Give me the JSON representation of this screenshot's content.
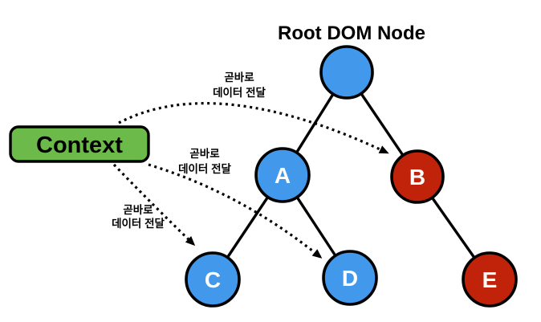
{
  "title": "Root DOM Node",
  "context": {
    "label": "Context"
  },
  "colors": {
    "node_blue": "#4299ec",
    "node_red": "#c0230a",
    "context_green": "#6cbb4a",
    "line_black": "#000000"
  },
  "nodes": {
    "root": {
      "label": "",
      "color": "blue"
    },
    "a": {
      "label": "A",
      "color": "blue"
    },
    "b": {
      "label": "B",
      "color": "red"
    },
    "c": {
      "label": "C",
      "color": "blue"
    },
    "d": {
      "label": "D",
      "color": "blue"
    },
    "e": {
      "label": "E",
      "color": "red"
    }
  },
  "edges": [
    {
      "from": "root",
      "to": "a"
    },
    {
      "from": "root",
      "to": "b"
    },
    {
      "from": "a",
      "to": "c"
    },
    {
      "from": "a",
      "to": "d"
    },
    {
      "from": "b",
      "to": "e"
    }
  ],
  "context_arrows": {
    "to_b": {
      "line1": "곧바로",
      "line2": "데이터 전달",
      "target": "B"
    },
    "to_d": {
      "line1": "곧바로",
      "line2": "데이터 전달",
      "target": "D"
    },
    "to_c": {
      "line1": "곧바로",
      "line2": "데이터 전달",
      "target": "C"
    }
  }
}
